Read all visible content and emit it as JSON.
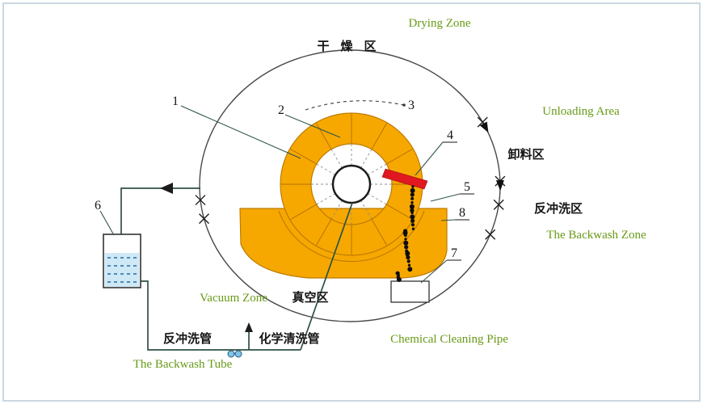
{
  "colors": {
    "rotor_orange": "#F6A800",
    "rotor_outline": "#BE7B00",
    "chute_red": "#E01820",
    "label_green": "#689A17",
    "pipe_dark": "#2F5143",
    "water_blue": "#CFE8F5",
    "water_dash_blue": "#4B8AB8",
    "ink": "#141414"
  },
  "labels": {
    "drying_en": "Drying Zone",
    "drying_zh": "干燥区",
    "unloading_en": "Unloading Area",
    "unloading_zh": "卸料区",
    "backwash_zone_zh": "反冲洗区",
    "backwash_zone_en": "The Backwash Zone",
    "vacuum_en": "Vacuum Zone",
    "vacuum_zh": "真空区",
    "backwash_tube_zh": "反冲洗管",
    "chemical_pipe_zh": "化学清洗管",
    "chemical_pipe_en": "Chemical Cleaning Pipe",
    "backwash_tube_en": "The Backwash Tube"
  },
  "callouts": [
    "1",
    "2",
    "3",
    "4",
    "5",
    "6",
    "7",
    "8"
  ]
}
